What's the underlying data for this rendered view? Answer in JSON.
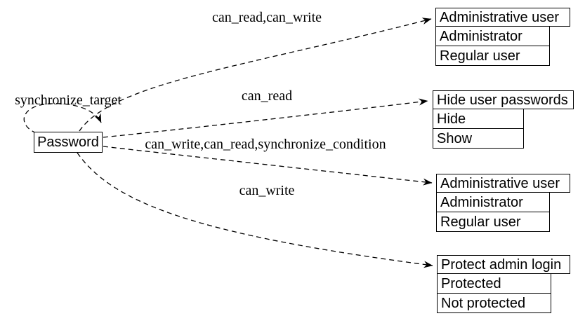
{
  "diagram": {
    "node": {
      "label": "Password"
    },
    "self_loop": {
      "label": "synchronize_target"
    },
    "edges": [
      {
        "label": "can_read,can_write"
      },
      {
        "label": "can_read"
      },
      {
        "label": "can_write,can_read,synchronize_condition"
      },
      {
        "label": "can_write"
      }
    ],
    "tables": [
      {
        "header": "Administrative user",
        "rows": [
          "Administrator",
          "Regular user"
        ]
      },
      {
        "header": "Hide user passwords",
        "rows": [
          "Hide",
          "Show"
        ]
      },
      {
        "header": "Administrative user",
        "rows": [
          "Administrator",
          "Regular user"
        ]
      },
      {
        "header": "Protect admin login",
        "rows": [
          "Protected",
          "Not protected"
        ]
      }
    ],
    "colors": {
      "line": "#000000",
      "background": "#ffffff",
      "text": "#000000"
    }
  }
}
